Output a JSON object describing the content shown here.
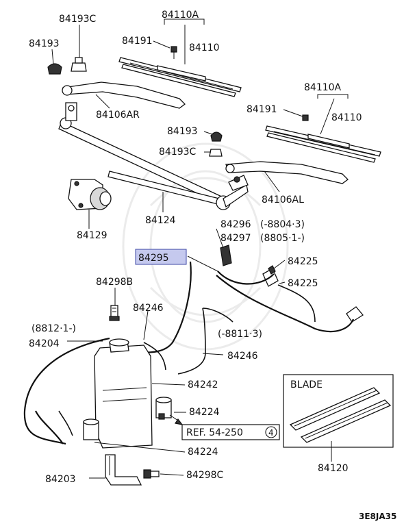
{
  "diagram_code": "3E8JA35",
  "highlight_color": "#c5c9ee",
  "labels": {
    "p84193c_top": "84193C",
    "p84193_top": "84193",
    "p84110a_top": "84110A",
    "p84191_top": "84191",
    "p84110_top": "84110",
    "p84106ar": "84106AR",
    "p84110a_right": "84110A",
    "p84191_right": "84191",
    "p84110_right": "84110",
    "p84193_mid": "84193",
    "p84193c_mid": "84193C",
    "p84106al": "84106AL",
    "p84124": "84124",
    "p84129": "84129",
    "p84296": "84296",
    "p84296_note": "(-8804·3)",
    "p84297": "84297",
    "p84297_note": "(8805·1-)",
    "p84295": "84295",
    "p84225_a": "84225",
    "p84225_b": "84225",
    "p84298b": "84298B",
    "p84246_a": "84246",
    "note_8812": "(8812·1-)",
    "p84204": "84204",
    "note_8811": "(-8811·3)",
    "p84246_b": "84246",
    "p84242": "84242",
    "p84224_a": "84224",
    "ref_text": "REF. 54-250",
    "ref_num": "4",
    "p84224_b": "84224",
    "p84203": "84203",
    "p84298c": "84298C",
    "blade_title": "BLADE",
    "p84120": "84120"
  }
}
